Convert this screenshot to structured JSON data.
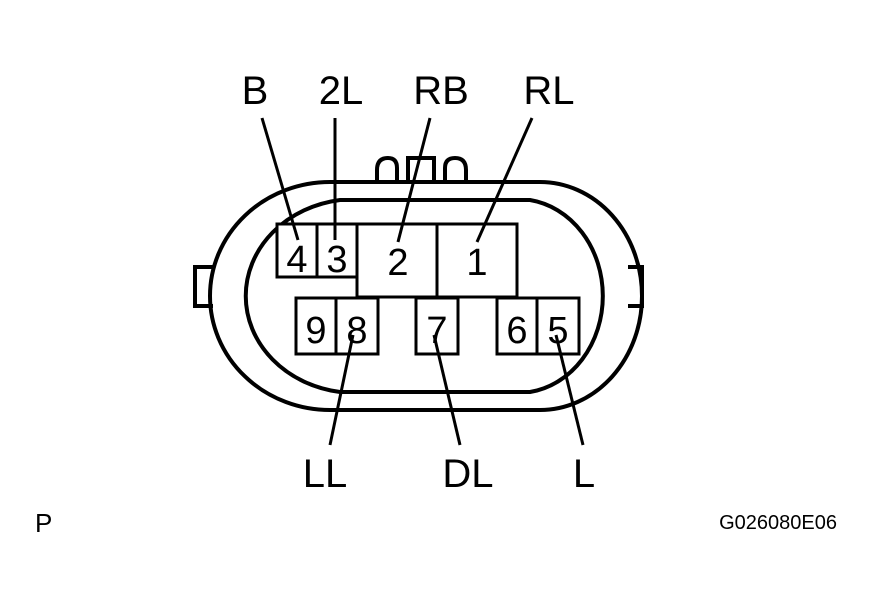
{
  "top_labels": {
    "b": "B",
    "two_l": "2L",
    "rb": "RB",
    "rl": "RL"
  },
  "bottom_labels": {
    "ll": "LL",
    "dl": "DL",
    "l": "L"
  },
  "pins": {
    "p1": "1",
    "p2": "2",
    "p3": "3",
    "p4": "4",
    "p5": "5",
    "p6": "6",
    "p7": "7",
    "p8": "8",
    "p9": "9"
  },
  "corner_label": "P",
  "figure_code": "G026080E06"
}
